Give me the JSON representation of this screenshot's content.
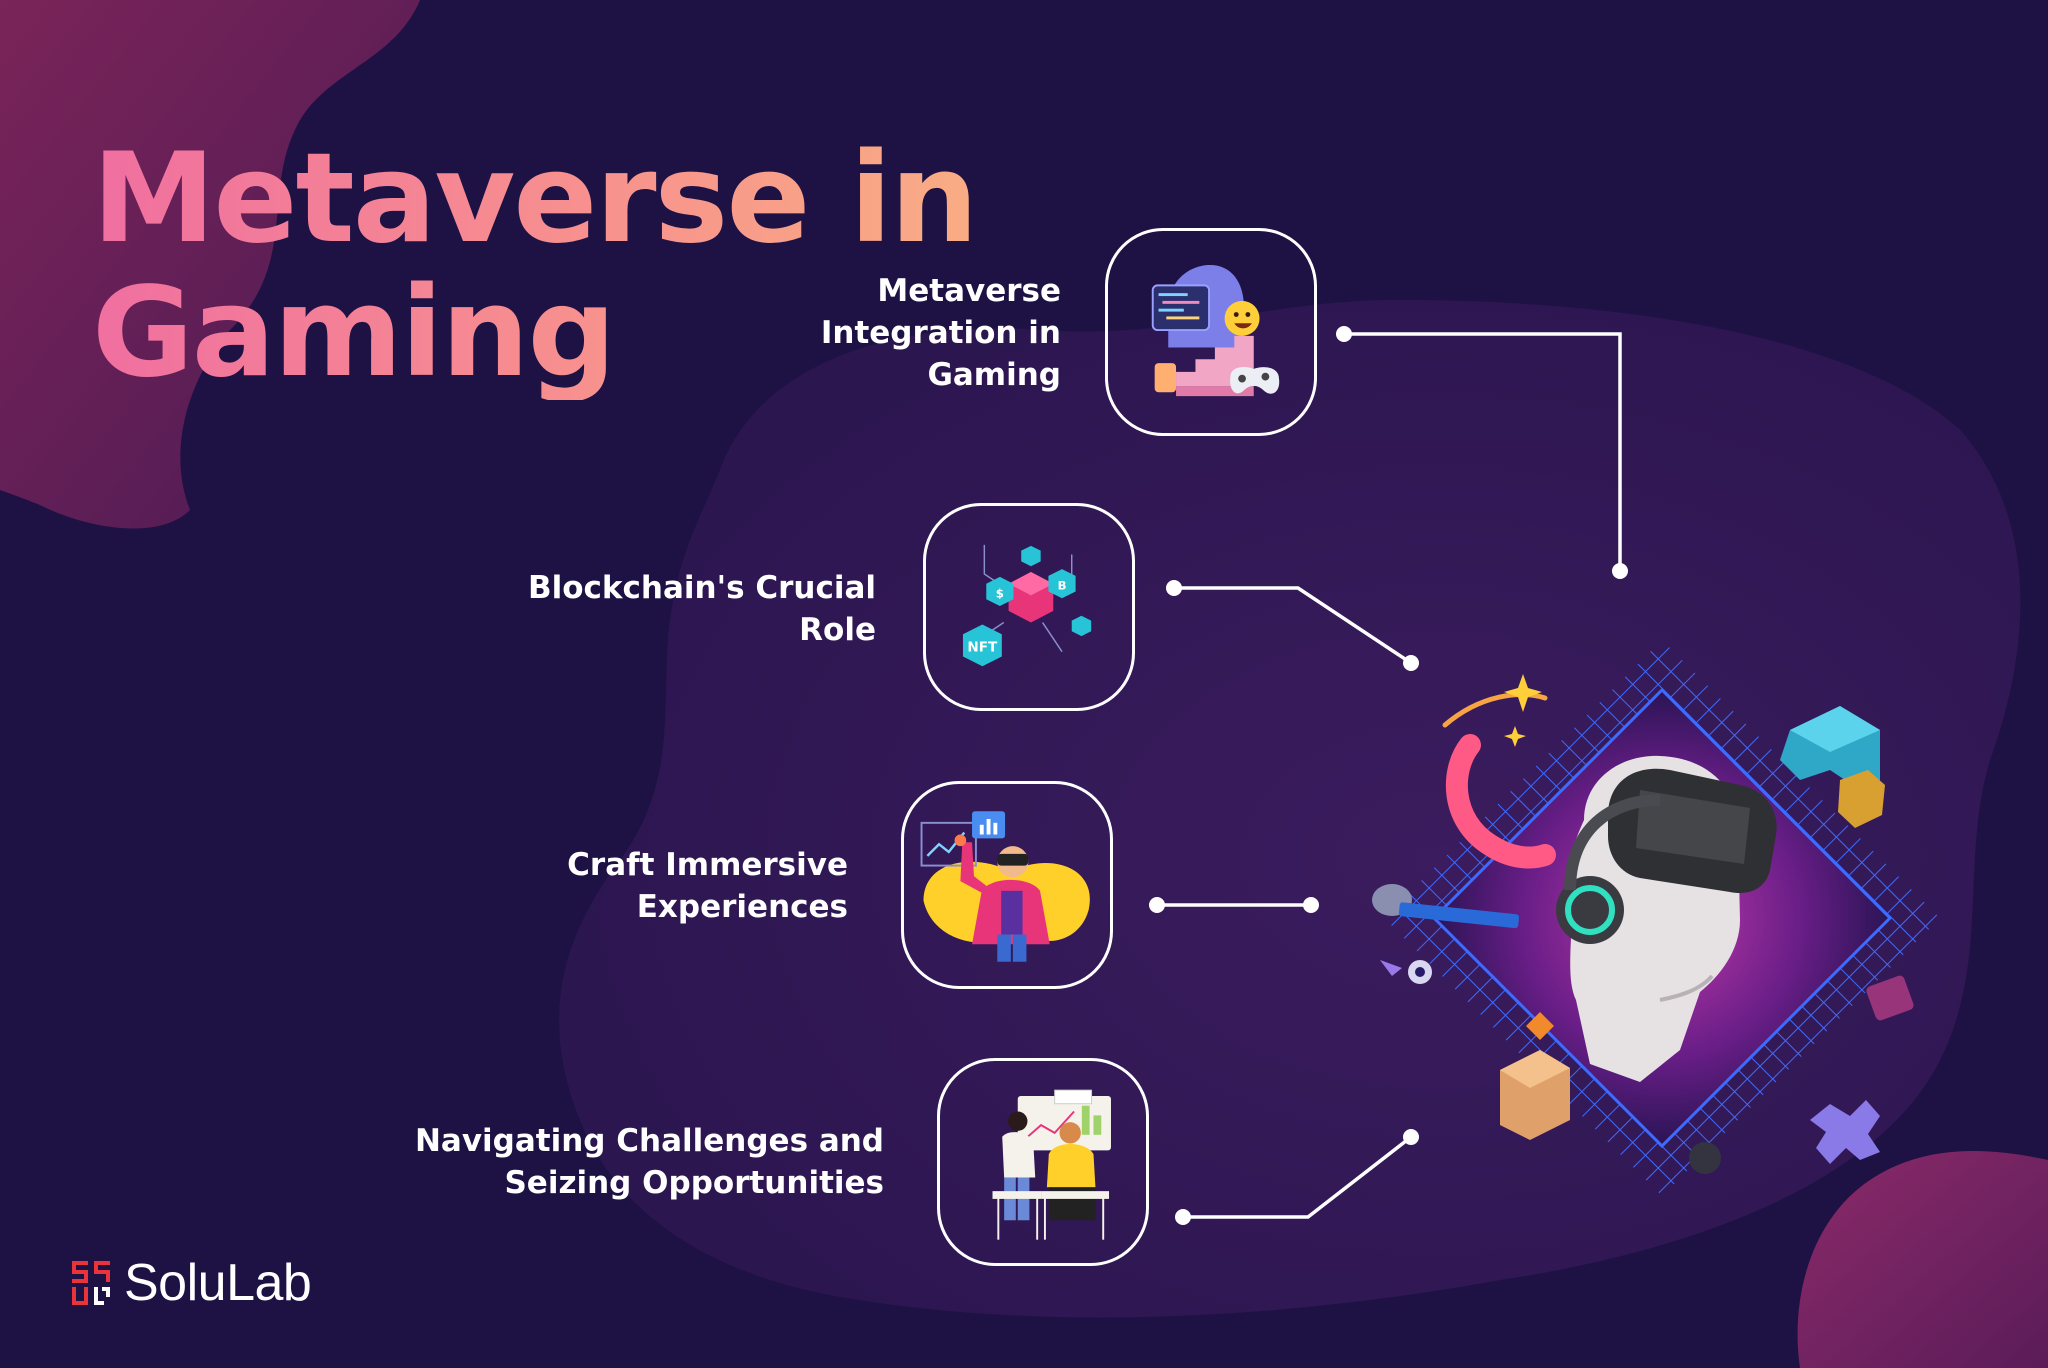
{
  "title": {
    "line1": "Metaverse in",
    "line2": "Gaming"
  },
  "items": [
    {
      "label_lines": [
        "Metaverse",
        "Integration in",
        "Gaming"
      ],
      "icon": "game-controller-stairs-icon"
    },
    {
      "label_lines": [
        "Blockchain's Crucial",
        "Role"
      ],
      "icon": "blockchain-nft-cubes-icon"
    },
    {
      "label_lines": [
        "Craft Immersive",
        "Experiences"
      ],
      "icon": "vr-user-icon"
    },
    {
      "label_lines": [
        "Navigating Challenges and",
        "Seizing Opportunities"
      ],
      "icon": "team-desk-icon"
    }
  ],
  "hero": {
    "icon": "vr-headset-head-icon"
  },
  "brand": {
    "name": "SoluLab",
    "logo_icon": "solulab-logo-icon"
  },
  "colors": {
    "background": "#1e1245",
    "title_start": "#f06fa0",
    "title_end": "#f9ad84",
    "accent_purple": "#3a1a5c",
    "accent_magenta": "#8a2a6a"
  }
}
